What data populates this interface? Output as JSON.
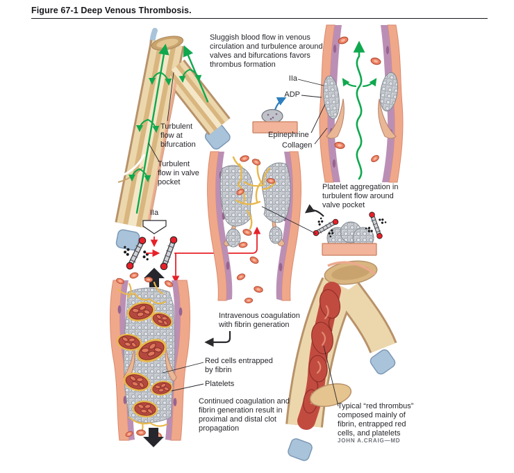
{
  "figure": {
    "title": "Figure 67-1 Deep Venous Thrombosis.",
    "artist_signature": "JOHN A.CRAIG—MD"
  },
  "annotations": {
    "sluggish_flow": "Sluggish blood flow in venous circulation and turbulence around valves and bifurcations favors thrombus formation",
    "turbulent_bifurcation": "Turbulent flow at bifurcation",
    "turbulent_valve_pocket": "Turbulent flow in valve pocket",
    "factor_iia": "IIa",
    "adp": "ADP",
    "epinephrine": "Epinephrine",
    "collagen": "Collagen",
    "platelet_aggregation": "Platelet aggregation in turbulent flow around valve pocket",
    "factor_iia_reaction": "IIa",
    "intravenous_coagulation": "Intravenous coagulation with fibrin generation",
    "red_cells_entrapped": "Red cells entrapped by fibrin",
    "platelets": "Platelets",
    "continued_coagulation": "Continued coagulation and fibrin generation result in proximal and distal clot propagation",
    "red_thrombus": "Typical “red thrombus” composed mainly of fibrin, entrapped red cells, and platelets"
  },
  "colors": {
    "ink": "#26262c",
    "ink_title": "#17171d",
    "sig": "#6d7077",
    "green": "#0fa84e",
    "red_arrow": "#e62129",
    "blue_arrow": "#2d7fc0",
    "wall_pink": "#f0a88b",
    "media_purple": "#bb8fb5",
    "media_dark": "#96648f",
    "vein_blue": "#a9c3da",
    "vein_blue_dark": "#7d99b5",
    "lumen_cream": "#ecd7ac",
    "lumen_tan": "#d9b67f",
    "outline_tan": "#b8926a",
    "fibrin": "#e8b84e",
    "rbc": "#ee8163",
    "rbc_dark": "#b44f38",
    "platelet_edge": "#83888f",
    "clot_red": "#c24b40",
    "clot_red_dark": "#8f3029"
  }
}
